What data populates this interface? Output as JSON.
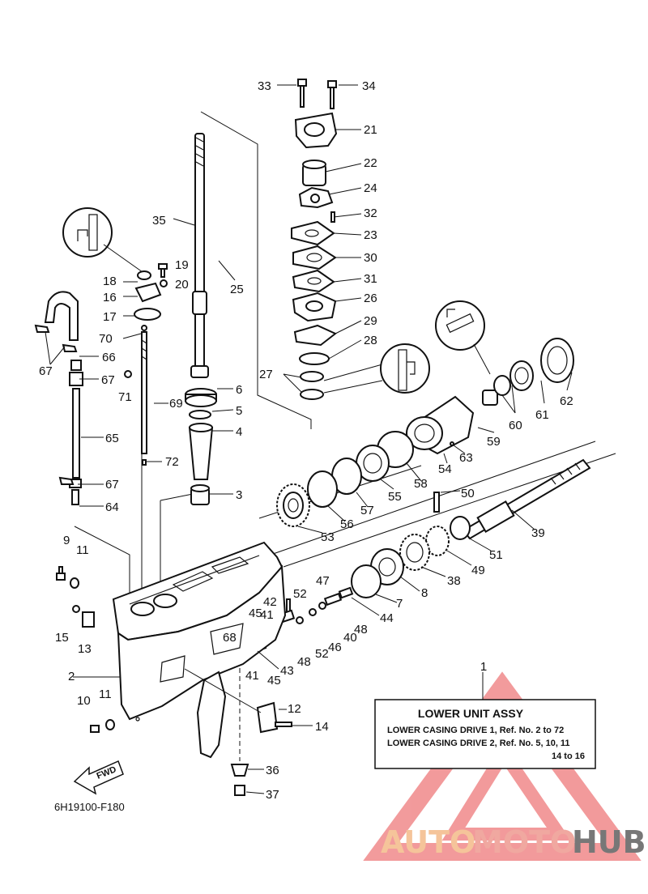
{
  "diagram_code": "6H19100-F180",
  "fwd_label": "FWD",
  "info_box": {
    "callout": "1",
    "title": "LOWER UNIT ASSY",
    "line1": "LOWER CASING DRIVE 1,  Ref. No. 2 to 72",
    "line2": "LOWER CASING DRIVE 2,  Ref. No. 5, 10, 11",
    "line3": "14 to 16"
  },
  "watermark": {
    "part1": "AUTO",
    "part2": "MOTO",
    "part3": "HUB",
    "color1": "#f5c49a",
    "color2": "#f0a8a0",
    "color3": "#777777",
    "triangle_color": "#e8484a"
  },
  "callouts": {
    "c2": "2",
    "c3": "3",
    "c4": "4",
    "c5": "5",
    "c6": "6",
    "c7": "7",
    "c8": "8",
    "c9": "9",
    "c10": "10",
    "c11a": "11",
    "c11b": "11",
    "c12": "12",
    "c13": "13",
    "c14": "14",
    "c15": "15",
    "c16": "16",
    "c17": "17",
    "c18": "18",
    "c19": "19",
    "c20": "20",
    "c21": "21",
    "c22": "22",
    "c23": "23",
    "c24": "24",
    "c25": "25",
    "c26": "26",
    "c27": "27",
    "c28": "28",
    "c29": "29",
    "c30": "30",
    "c31": "31",
    "c32": "32",
    "c33": "33",
    "c34": "34",
    "c35": "35",
    "c36": "36",
    "c37": "37",
    "c38": "38",
    "c39": "39",
    "c40": "40",
    "c41a": "41",
    "c41b": "41",
    "c42": "42",
    "c43": "43",
    "c44": "44",
    "c45a": "45",
    "c45b": "45",
    "c46": "46",
    "c47": "47",
    "c48a": "48",
    "c48b": "48",
    "c49": "49",
    "c50": "50",
    "c51": "51",
    "c52a": "52",
    "c52b": "52",
    "c53": "53",
    "c54": "54",
    "c55": "55",
    "c56": "56",
    "c57": "57",
    "c58": "58",
    "c59": "59",
    "c60": "60",
    "c61": "61",
    "c62": "62",
    "c63": "63",
    "c64": "64",
    "c65": "65",
    "c66": "66",
    "c67a": "67",
    "c67b": "67",
    "c67c": "67",
    "c68": "68",
    "c69": "69",
    "c70": "70",
    "c71": "71",
    "c72": "72"
  }
}
